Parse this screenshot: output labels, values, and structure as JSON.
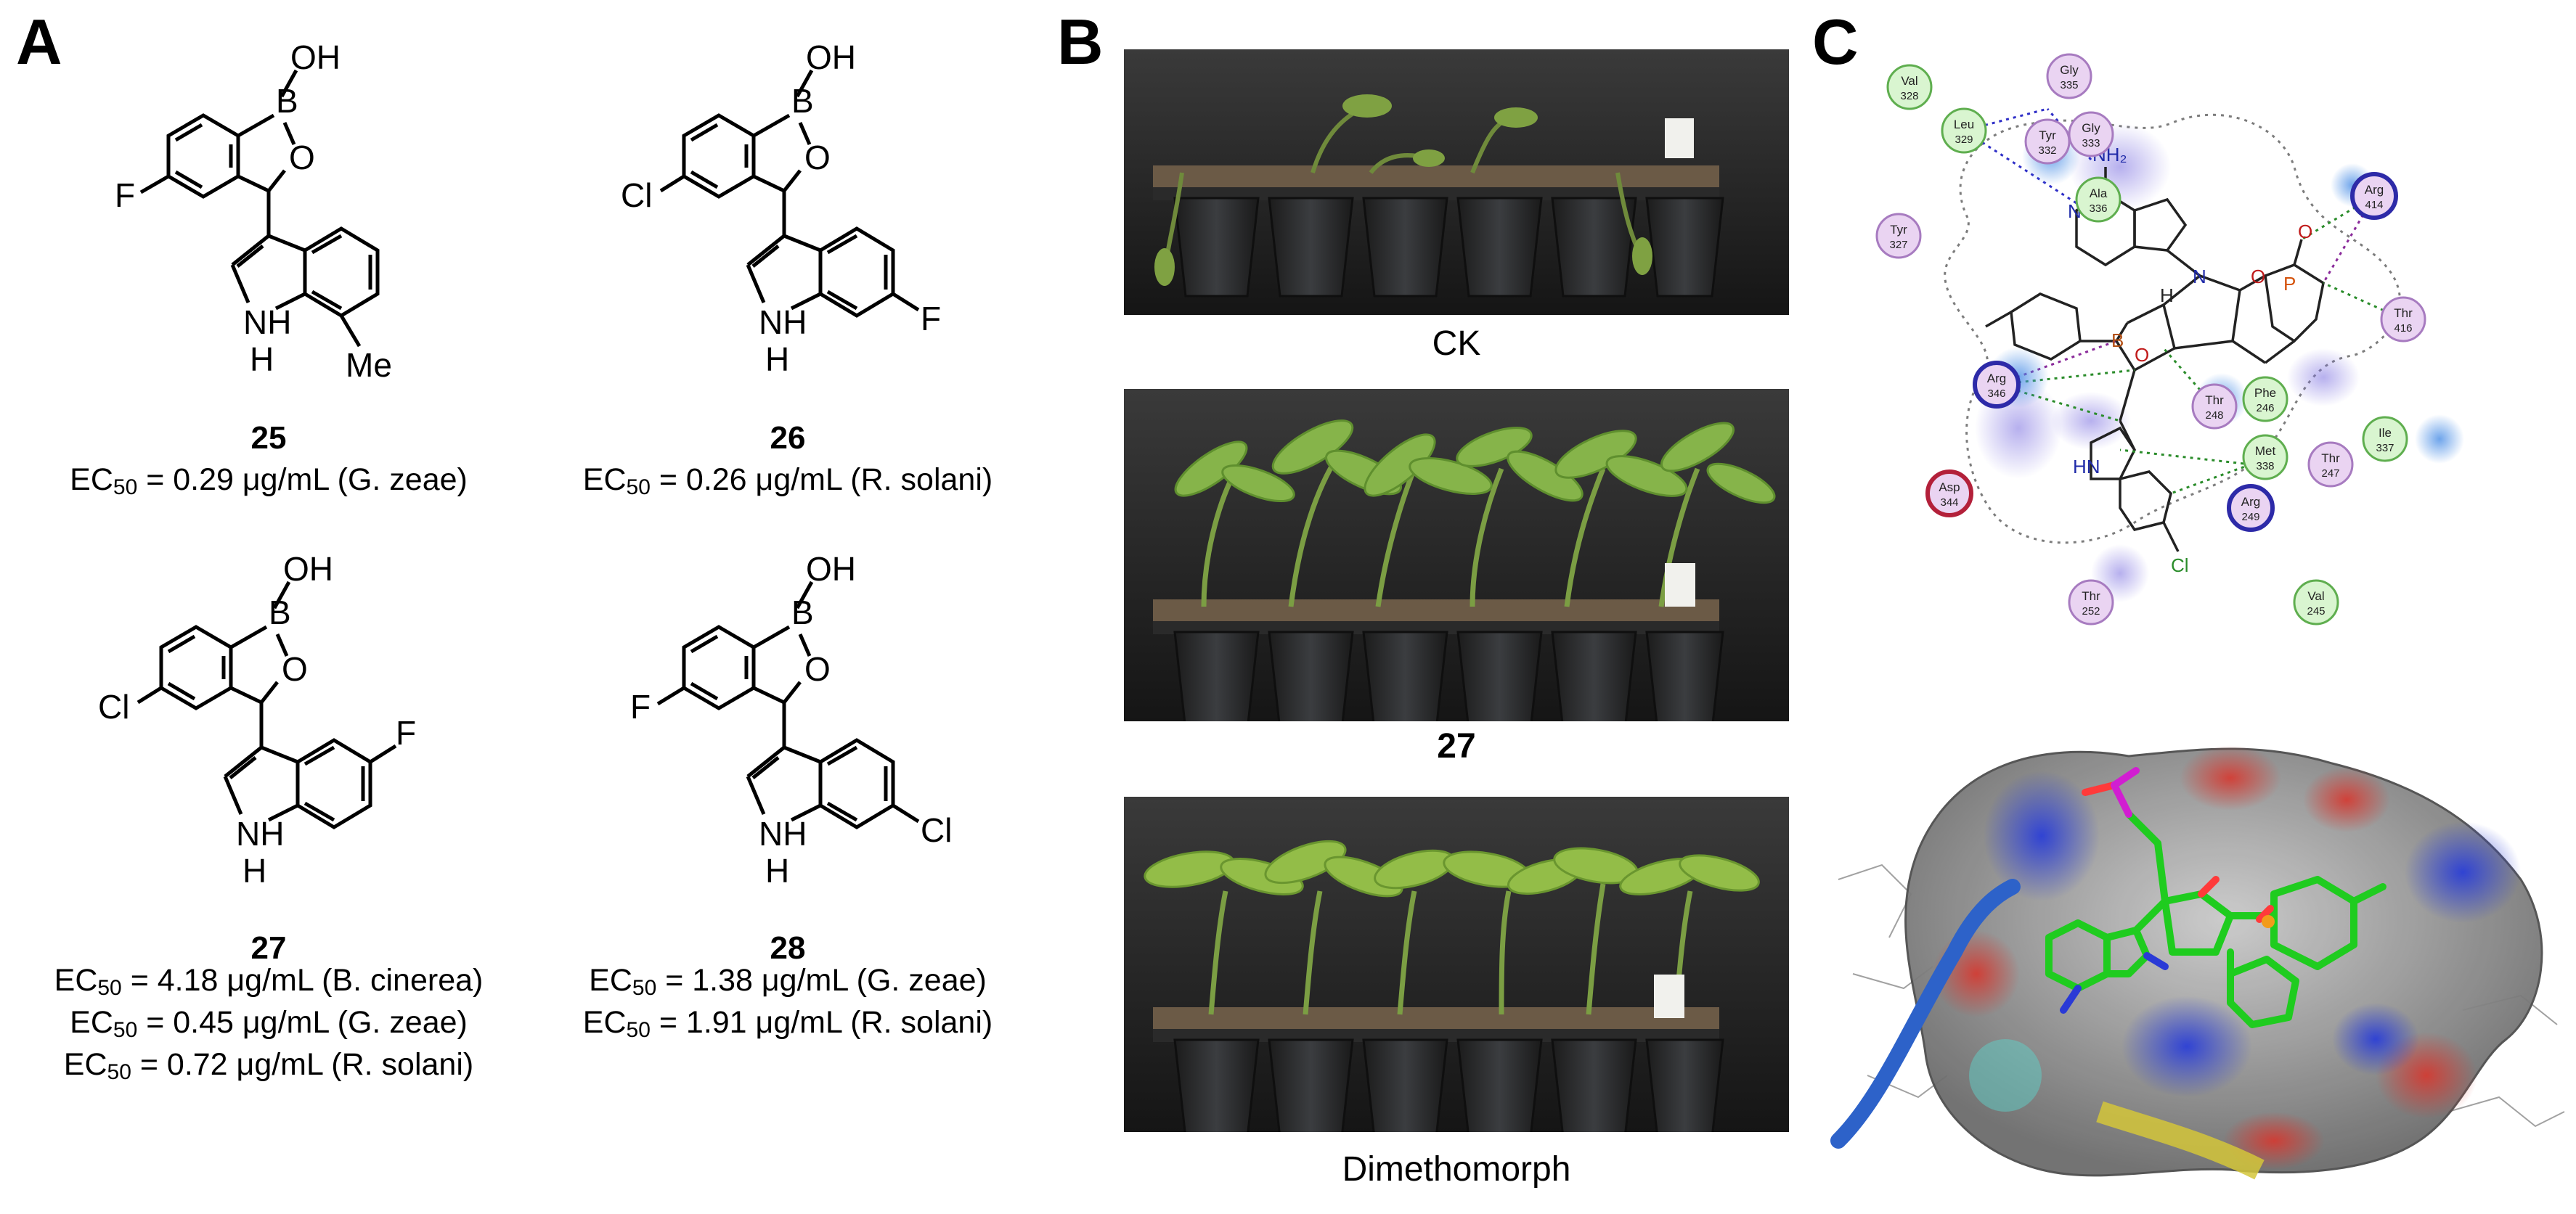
{
  "panels": {
    "a": "A",
    "b": "B",
    "c": "C"
  },
  "atoms": {
    "oh": "OH",
    "b": "B",
    "o": "O",
    "f": "F",
    "cl": "Cl",
    "nh": "NH",
    "h": "H",
    "n": "N",
    "me": "Me"
  },
  "compounds": [
    {
      "number": "25",
      "lines": [
        {
          "pre": "EC",
          "sub": "50",
          "post": " = 0.29 μg/mL (G. zeae)"
        }
      ]
    },
    {
      "number": "26",
      "lines": [
        {
          "pre": "EC",
          "sub": "50",
          "post": " = 0.26 μg/mL (R. solani)"
        }
      ]
    },
    {
      "number": "27",
      "lines": [
        {
          "pre": "EC",
          "sub": "50",
          "post": " = 4.18 μg/mL (B. cinerea)"
        },
        {
          "pre": "EC",
          "sub": "50",
          "post": " = 0.45 μg/mL (G. zeae)"
        },
        {
          "pre": "EC",
          "sub": "50",
          "post": " = 0.72 μg/mL (R. solani)"
        }
      ]
    },
    {
      "number": "28",
      "lines": [
        {
          "pre": "EC",
          "sub": "50",
          "post": " = 1.38 μg/mL (G. zeae)"
        },
        {
          "pre": "EC",
          "sub": "50",
          "post": " = 1.91 μg/mL (R. solani)"
        }
      ]
    }
  ],
  "photos": [
    {
      "caption": "CK",
      "bold": false
    },
    {
      "caption": "27",
      "bold": true
    },
    {
      "caption": "Dimethomorph",
      "bold": false
    }
  ],
  "residues": [
    {
      "name": "Val",
      "num": "328",
      "type": "hydrophobic"
    },
    {
      "name": "Gly",
      "num": "335",
      "type": "polar"
    },
    {
      "name": "Gly",
      "num": "333",
      "type": "polar"
    },
    {
      "name": "Tyr",
      "num": "332",
      "type": "polar"
    },
    {
      "name": "Leu",
      "num": "329",
      "type": "hydrophobic"
    },
    {
      "name": "Ala",
      "num": "336",
      "type": "hydrophobic"
    },
    {
      "name": "Arg",
      "num": "414",
      "type": "positive"
    },
    {
      "name": "Tyr",
      "num": "327",
      "type": "polar"
    },
    {
      "name": "Thr",
      "num": "416",
      "type": "polar"
    },
    {
      "name": "Arg",
      "num": "346",
      "type": "positive"
    },
    {
      "name": "Thr",
      "num": "248",
      "type": "polar"
    },
    {
      "name": "Phe",
      "num": "246",
      "type": "hydrophobic"
    },
    {
      "name": "Ile",
      "num": "337",
      "type": "hydrophobic"
    },
    {
      "name": "Met",
      "num": "338",
      "type": "hydrophobic"
    },
    {
      "name": "Asp",
      "num": "344",
      "type": "negative"
    },
    {
      "name": "Thr",
      "num": "247",
      "type": "polar"
    },
    {
      "name": "Arg",
      "num": "249",
      "type": "positive"
    },
    {
      "name": "Thr",
      "num": "252",
      "type": "polar"
    },
    {
      "name": "Val",
      "num": "245",
      "type": "hydrophobic"
    }
  ],
  "ligand_labels": {
    "nh2": "NH₂",
    "n": "N",
    "p": "P",
    "o": "O",
    "b": "B",
    "h": "H",
    "hn": "HN",
    "cl": "Cl"
  },
  "colors": {
    "hydrophobic_fill": "#d9f5d0",
    "hydrophobic_stroke": "#5fae4f",
    "polar_fill": "#ead4f2",
    "polar_stroke": "#a77bc0",
    "positive_stroke": "#2d2aa8",
    "negative_stroke": "#b3203a",
    "hbond": "#2a8c2a",
    "pi": "#8a2a9a",
    "halo": "#7b6fe0"
  }
}
